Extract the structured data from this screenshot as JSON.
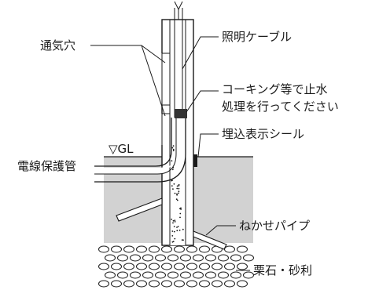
{
  "labels": {
    "vent_hole": "通気穴",
    "lighting_cable": "照明ケーブル",
    "caulking_line1": "コーキング等で止水",
    "caulking_line2": "処理を行ってください",
    "buried_seal": "埋込表示シール",
    "ground_level": "▽GL",
    "conduit": "電線保護管",
    "anchor_pipe": "ねかせパイプ",
    "gravel": "栗石・砂利"
  },
  "colors": {
    "line": "#1a1a1a",
    "soil": "#d2d2d2",
    "pole_fill": "#ffffff",
    "concrete_fill": "#ffffff",
    "sealant": "#333333"
  }
}
